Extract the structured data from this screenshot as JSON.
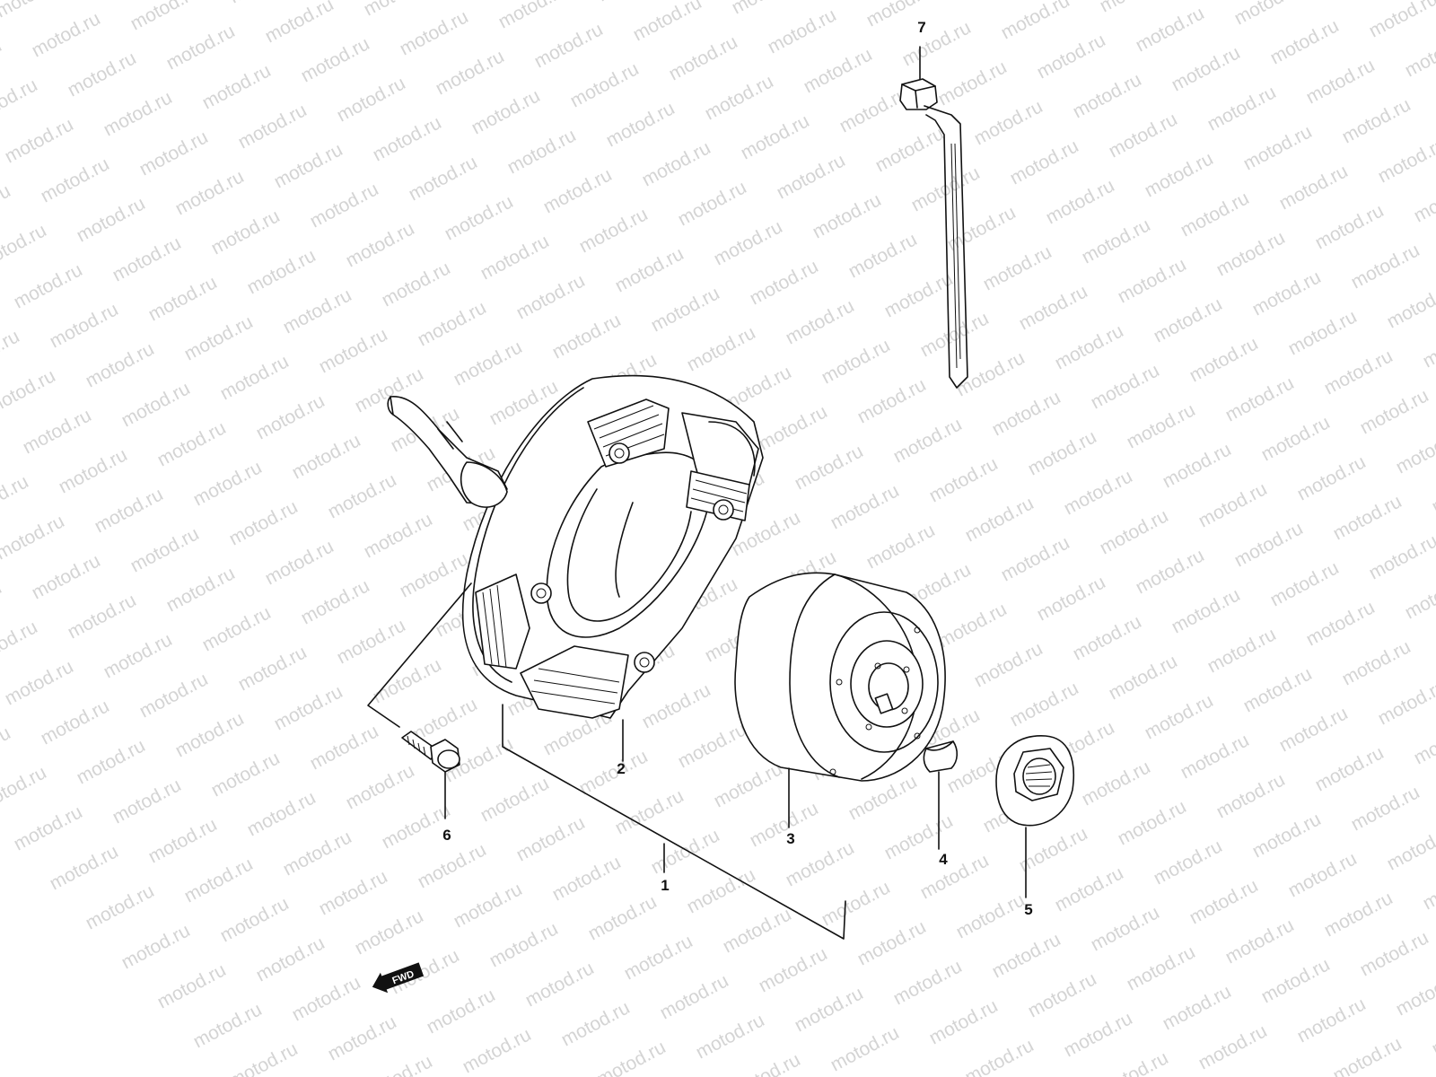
{
  "watermark": "motod.ru",
  "direction_badge": "FWD",
  "parts": [
    {
      "id": "1",
      "label": "1"
    },
    {
      "id": "2",
      "label": "2"
    },
    {
      "id": "3",
      "label": "3"
    },
    {
      "id": "4",
      "label": "4"
    },
    {
      "id": "5",
      "label": "5"
    },
    {
      "id": "6",
      "label": "6"
    },
    {
      "id": "7",
      "label": "7"
    }
  ],
  "colors": {
    "line": "#111111",
    "watermark": "#d4d4d4",
    "background": "#ffffff"
  }
}
